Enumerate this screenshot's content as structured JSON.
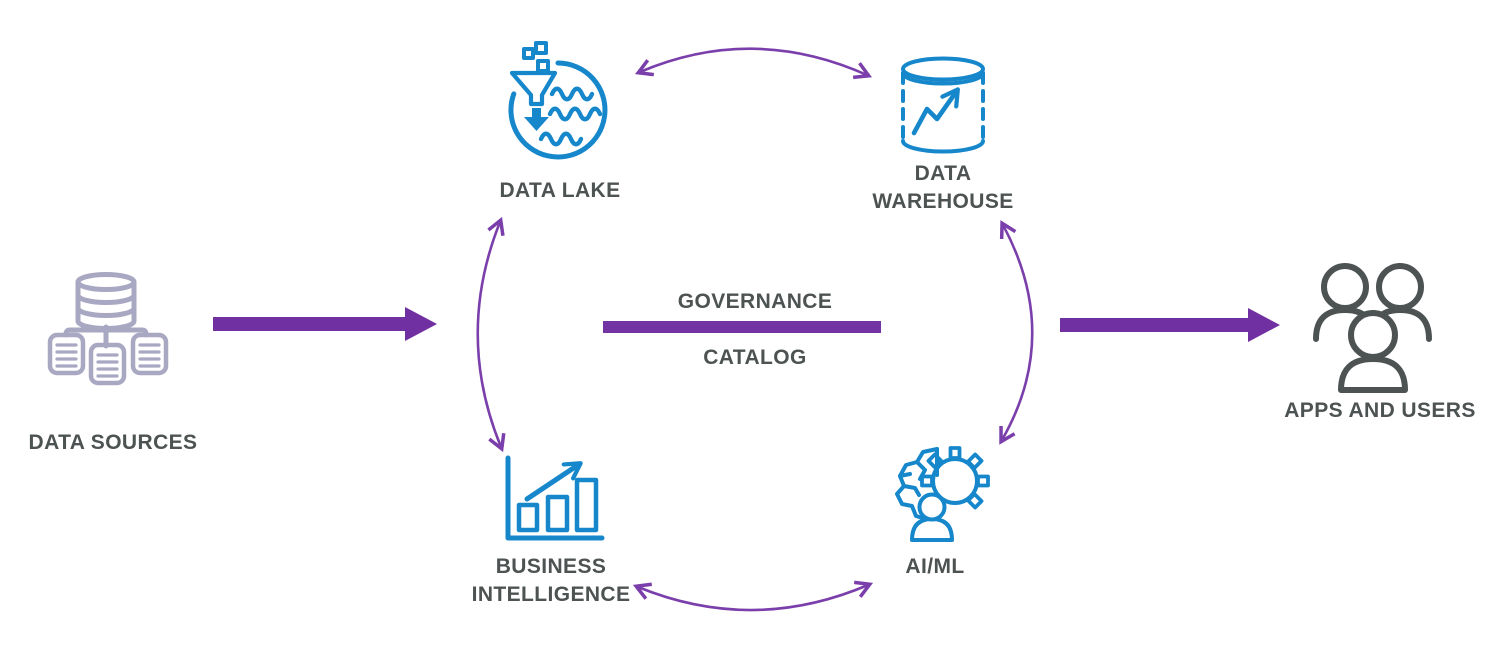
{
  "diagram": {
    "nodes": {
      "data_sources": {
        "label": "DATA SOURCES",
        "icon": "database-documents-icon"
      },
      "data_lake": {
        "label": "DATA LAKE",
        "icon": "funnel-water-icon"
      },
      "data_warehouse": {
        "label": "DATA WAREHOUSE",
        "icon": "database-trend-chart-icon"
      },
      "business_intelligence": {
        "label": "BUSINESS INTELLIGENCE",
        "icon": "bar-chart-arrow-icon"
      },
      "ai_ml": {
        "label": "AI/ML",
        "icon": "brain-gear-person-icon"
      },
      "apps_and_users": {
        "label": "APPS AND USERS",
        "icon": "user-group-icon"
      }
    },
    "center": {
      "governance_label": "GOVERNANCE",
      "catalog_label": "CATALOG"
    },
    "colors": {
      "icon_blue": "#1787CB",
      "icon_gray_purple": "#A9A8C3",
      "icon_dark_gray": "#4D5352",
      "label_text": "#4D5352",
      "flow_arrow_purple": "#7130A1",
      "curve_arrow_purple": "#7B3FAB",
      "governance_bar": "#7233A3"
    }
  }
}
